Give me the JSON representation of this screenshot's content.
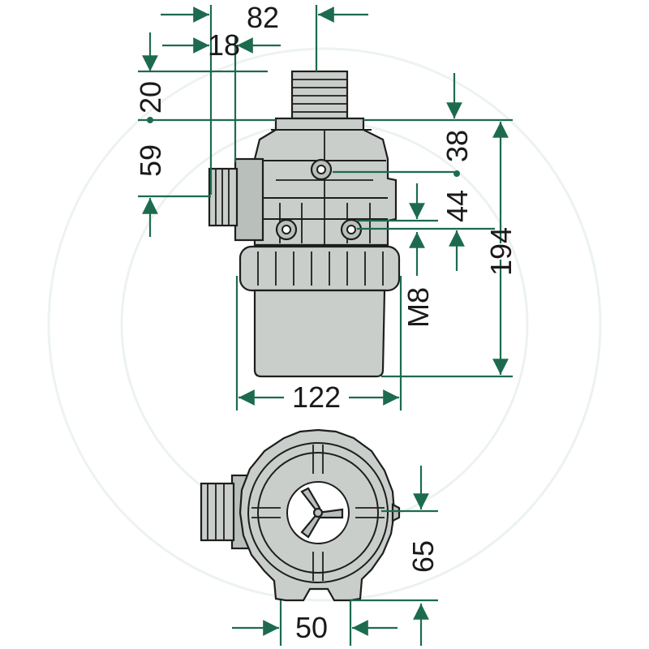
{
  "diagram": {
    "dimensions": {
      "top_width": "82",
      "inlet_offset": "18",
      "top_offset": "20",
      "inlet_height": "59",
      "upper_height": "38",
      "mount_spacing": "44",
      "total_height": "194",
      "thread": "M8",
      "body_width": "122",
      "bottom_height": "65",
      "base_width": "50"
    },
    "colors": {
      "dimension_lines": "#1d6b4e",
      "body": "#c9ceca",
      "outline": "#1e1e1e",
      "background": "#ffffff"
    }
  }
}
